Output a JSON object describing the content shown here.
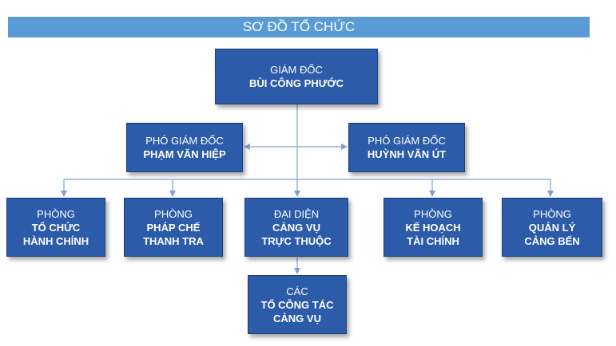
{
  "title": "SƠ ĐỒ TỔ CHỨC",
  "colors": {
    "title_bar": "#5b9bd5",
    "box": "#2c5ba9",
    "connector": "#7f9fd4"
  },
  "director": {
    "role": "GIÁM ĐỐC",
    "name": "BÙI CÔNG PHƯỚC"
  },
  "deputies": [
    {
      "role": "PHÓ GIÁM ĐỐC",
      "name": "PHẠM VĂN HIỆP"
    },
    {
      "role": "PHÓ GIÁM ĐỐC",
      "name": "HUỲNH VĂN ÚT"
    }
  ],
  "units": [
    {
      "line1": "PHÒNG",
      "line2": "TỔ CHỨC",
      "line3": "HÀNH CHÍNH"
    },
    {
      "line1": "PHÒNG",
      "line2": "PHÁP CHẾ",
      "line3": "THANH TRA"
    },
    {
      "line1": "ĐẠI DIỆN",
      "line2": "CẢNG VỤ",
      "line3": "TRỰC THUỘC"
    },
    {
      "line1": "PHÒNG",
      "line2": "KẾ HOẠCH",
      "line3": "TÀI CHÍNH"
    },
    {
      "line1": "PHÒNG",
      "line2": "QUẢN LÝ",
      "line3": "CẢNG BẾN"
    }
  ],
  "sub_unit": {
    "line1": "CÁC",
    "line2": "TỔ CÔNG TÁC",
    "line3": "CẢNG VỤ"
  }
}
